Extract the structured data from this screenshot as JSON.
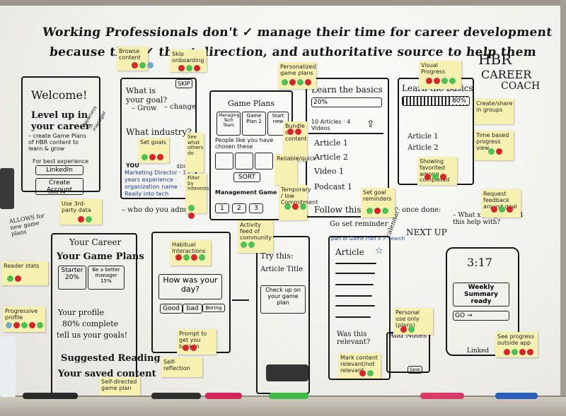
{
  "header": {
    "line1": "Working Professionals don't ✓ manage their time for career development",
    "line2": "because they ✓ the ✓ direction, and authoritative source to help them"
  },
  "logo": {
    "top": "HBR",
    "mid": "CAREER",
    "bot": "COACH"
  },
  "screen1": {
    "welcome": "Welcome!",
    "level": "Level up in",
    "your_career": "your career",
    "sub": "– create Game Plans of HBR content to learn & grow",
    "best": "For best experience",
    "linkedin": "LinkedIn",
    "create": "Create Account",
    "login": "LOG IN"
  },
  "screen2": {
    "skip": "SKIP",
    "goal_q": "What is your goal?",
    "grow": "– Grow",
    "change": "– change",
    "industry": "What industry?",
    "you_label": "YOU",
    "edit": "EDIT",
    "profile": "Marketing Director · 15 years experience · organization name · Really into tech",
    "admire": "– who do you admire..."
  },
  "screen3": {
    "title": "Game Plans",
    "gp1": "Managing Tech Team",
    "gp2": "Game Plan 2",
    "gp3": "Start new",
    "people": "People like you have chosen these",
    "sort": "SORT",
    "mgmt": "Management Game Plans",
    "pages": [
      "1",
      "2",
      "3"
    ]
  },
  "screen4": {
    "title": "Learn the basics",
    "progress": "20%",
    "counts": "10 Articles · 4 Videos",
    "items": [
      "Article 1",
      "Article 2",
      "Video 1",
      "Podcast 1"
    ],
    "follow": "Follow this plan"
  },
  "screen5": {
    "title": "Learn the basics",
    "progress": "80%",
    "items": [
      "Article 1",
      "Article 2"
    ]
  },
  "screen6": {
    "title": "Your Career",
    "plans": "Your Game Plans",
    "starter": "Starter",
    "starter_pct": "20%",
    "manager": "Be a better manager",
    "manager_pct": "15%",
    "profile": "Your profile",
    "complete": "80% complete",
    "tell": "tell us your goals!",
    "suggested": "Suggested Reading",
    "saved": "Your saved content"
  },
  "screen7": {
    "question": "How was your day?",
    "options": [
      "Good",
      "bad",
      "Boring"
    ]
  },
  "screen8": {
    "try": "Try this:",
    "article": "Article Title",
    "check": "Check up on your game plan"
  },
  "screen9": {
    "reminder": "Go set reminder",
    "part_of": "part of Game Plan X ✓ search",
    "article": "Article",
    "relevant": "Was this relevant?",
    "notes": "Add Notes",
    "save": "Save"
  },
  "screen10": {
    "time": "3:17",
    "summary": "Weekly Summary ready",
    "go": "GO"
  },
  "annotations": {
    "once": "once done:",
    "next": "NEXT UP",
    "what": "– What x y z goals did this help with?",
    "calendar": "calendar?",
    "allows": "ALLOWS for new game plans",
    "linked": "Linked"
  },
  "stickies": [
    {
      "id": "browse",
      "text": "Browse content"
    },
    {
      "id": "skip",
      "text": "Skip onboarding"
    },
    {
      "id": "personal",
      "text": "Personalized game plans"
    },
    {
      "id": "visual",
      "text": "Visual Progress"
    },
    {
      "id": "create_share",
      "text": "Create/share in groups"
    },
    {
      "id": "time_based",
      "text": "Time based progress view"
    },
    {
      "id": "request",
      "text": "Request feedback around goal"
    },
    {
      "id": "third",
      "text": "Use 3rd-party data"
    },
    {
      "id": "setgoals",
      "text": "Set goals"
    },
    {
      "id": "bundle",
      "text": "Bundle of content"
    },
    {
      "id": "reliable",
      "text": "Reliable/quick"
    },
    {
      "id": "temporary",
      "text": "Temporary / low Commitment"
    },
    {
      "id": "setgoal2",
      "text": "Set goal reminders"
    },
    {
      "id": "showing",
      "text": "Showing favorited among completed"
    },
    {
      "id": "reader",
      "text": "Reader stats"
    },
    {
      "id": "progressive",
      "text": "Progressive profile"
    },
    {
      "id": "habitual",
      "text": "Habitual Interactions"
    },
    {
      "id": "activity",
      "text": "Activity feed of community"
    },
    {
      "id": "prompt",
      "text": "Prompt to get you back in"
    },
    {
      "id": "selfref",
      "text": "Self-reflection"
    },
    {
      "id": "selfdir",
      "text": "Self-directed game plan"
    },
    {
      "id": "personaluse",
      "text": "Personal use only (plans)"
    },
    {
      "id": "mark",
      "text": "Mark content relevant/not relevant"
    },
    {
      "id": "seeprog",
      "text": "See progress outside app"
    },
    {
      "id": "newness",
      "text": "Newness to manager"
    },
    {
      "id": "see",
      "text": "See what others do"
    },
    {
      "id": "filter",
      "text": "Filter by interests"
    }
  ],
  "colors": {
    "sticky": "#f6f1b1",
    "red_dot": "#d8232a",
    "green_dot": "#4cc253",
    "blue_dot": "#73a8d4",
    "ink": "#141414"
  }
}
